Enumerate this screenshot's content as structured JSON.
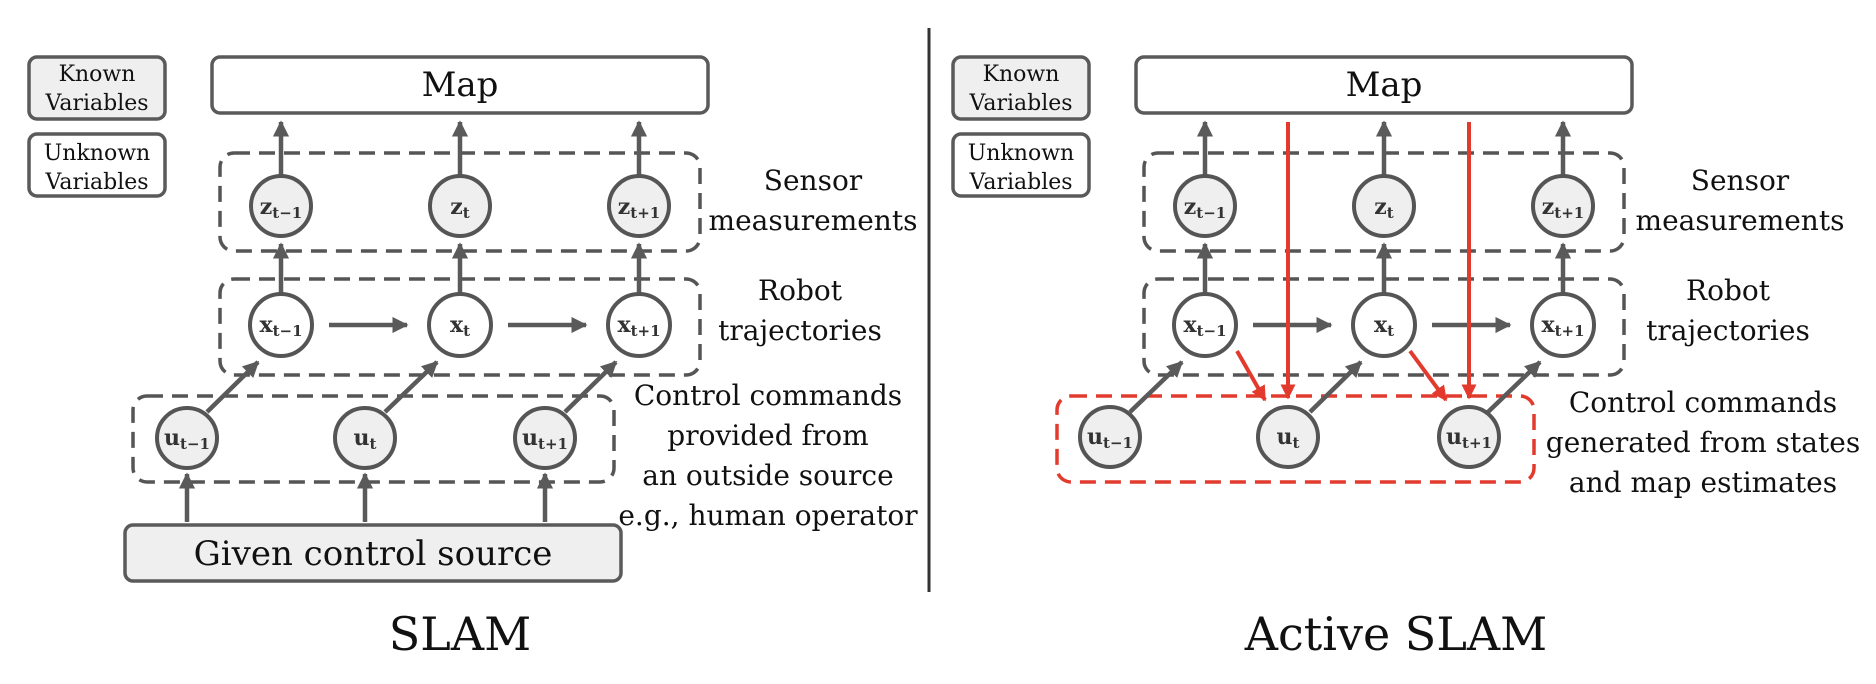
{
  "legend": {
    "known": "Known Variables",
    "known_line1": "Known",
    "known_line2": "Variables",
    "unknown": "Unknown Variables",
    "unknown_line1": "Unknown",
    "unknown_line2": "Variables"
  },
  "map_label": "Map",
  "layers": {
    "sensor": {
      "line1": "Sensor",
      "line2": "measurements"
    },
    "trajectory": {
      "line1": "Robot",
      "line2": "trajectories"
    }
  },
  "variables": {
    "z": [
      "z",
      "z",
      "z"
    ],
    "x": [
      "x",
      "x",
      "x"
    ],
    "u": [
      "u",
      "u",
      "u"
    ],
    "subscripts": [
      "t−1",
      "t",
      "t+1"
    ]
  },
  "left": {
    "title": "SLAM",
    "control_source": "Given control source",
    "control_desc": [
      "Control commands",
      "provided from",
      "an outside source",
      "e.g., human operator"
    ]
  },
  "right": {
    "title": "Active SLAM",
    "control_desc": [
      "Control commands",
      "generated from states",
      "and map estimates"
    ]
  },
  "colors": {
    "active_accent": "#e23b2e",
    "node_stroke": "#555555",
    "known_fill": "#efefef"
  }
}
